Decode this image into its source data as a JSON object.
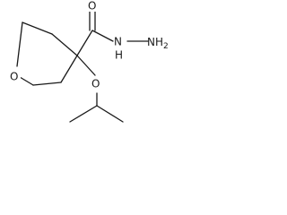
{
  "atoms": {
    "ring_oxygen": "O",
    "carbonyl_oxygen": "O",
    "amide_nitrogen": "N",
    "amide_hydrogen": "H",
    "terminal_amine": "NH",
    "terminal_amine_subscript": "2",
    "ether_oxygen": "O"
  }
}
